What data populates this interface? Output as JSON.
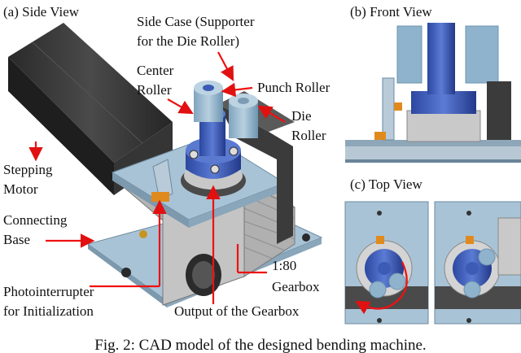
{
  "panels": {
    "side": "(a) Side View",
    "front": "(b) Front View",
    "top": "(c) Top View"
  },
  "labels": {
    "side_case_1": "Side Case (Supporter",
    "side_case_2": "for the Die Roller)",
    "center_1": "Center",
    "center_2": "Roller",
    "punch": "Punch Roller",
    "die_1": "Die",
    "die_2": "Roller",
    "stepping_1": "Stepping",
    "stepping_2": "Motor",
    "connecting_1": "Connecting",
    "connecting_2": "Base",
    "gear_ratio": "1:80",
    "gearbox": "Gearbox",
    "photo_1": "Photointerrupter",
    "photo_2": "for Initialization",
    "output": "Output of the Gearbox"
  },
  "caption": "Fig. 2: CAD model of the designed bending machine.",
  "colors": {
    "arrow": "#e11111",
    "blue": "#3b5bb5",
    "light_blue": "#8fb3cc",
    "plate": "#a9c3d6",
    "motor": "#3a3a3a",
    "orange": "#e08a1e"
  }
}
